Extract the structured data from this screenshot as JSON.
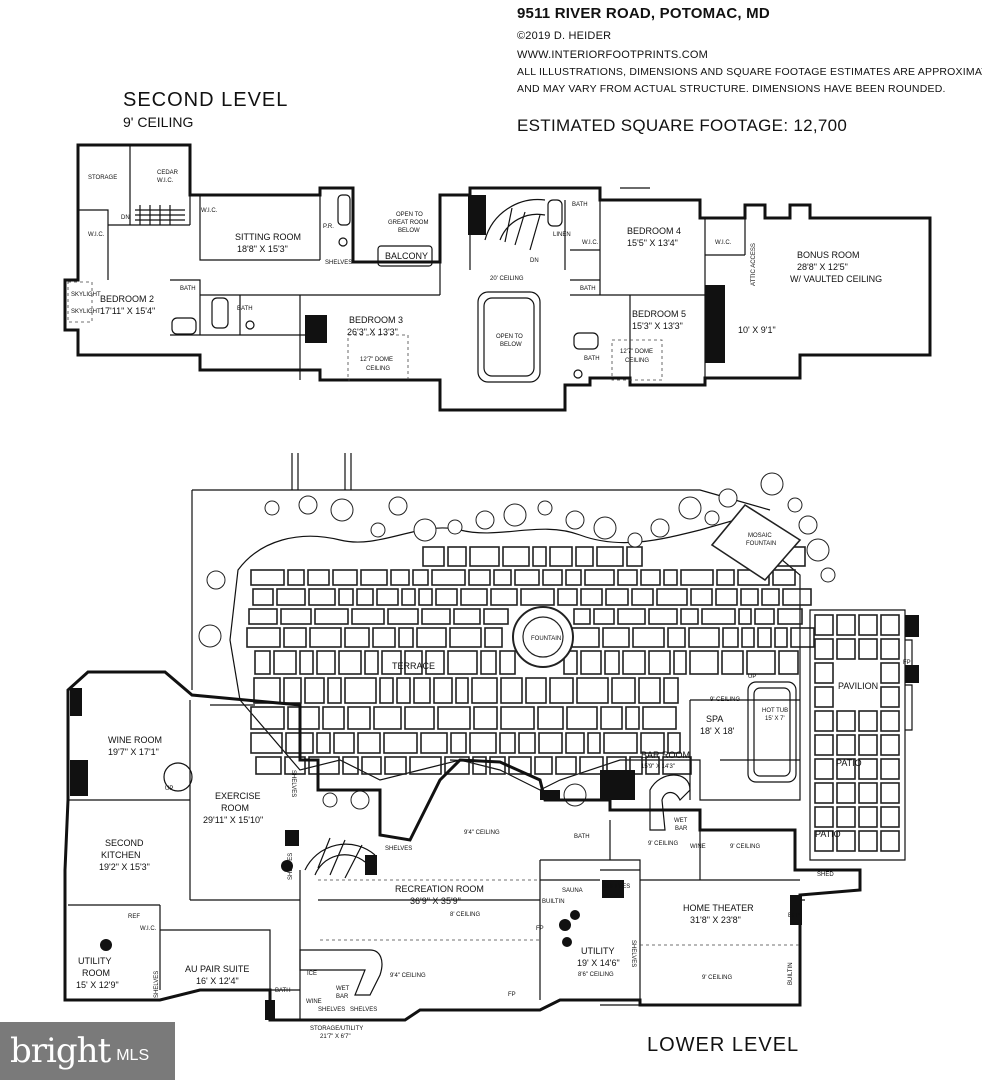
{
  "header": {
    "address": "9511 RIVER ROAD, POTOMAC, MD",
    "copyright": "©2019 D. HEIDER",
    "website": "WWW.INTERIORFOOTPRINTS.COM",
    "disclaimer_1": "ALL ILLUSTRATIONS, DIMENSIONS AND SQUARE FOOTAGE ESTIMATES ARE APPROXIMATE",
    "disclaimer_2": "AND MAY VARY FROM ACTUAL STRUCTURE. DIMENSIONS HAVE BEEN ROUNDED.",
    "square_footage": "ESTIMATED SQUARE FOOTAGE: 12,700"
  },
  "second_level": {
    "title": "SECOND LEVEL",
    "ceiling": "9' CEILING",
    "labels": {
      "storage": "STORAGE",
      "cedar_wic_1": "CEDAR",
      "cedar_wic_2": "W.I.C.",
      "wic": "W.I.C.",
      "dn": "DN",
      "sitting_room": "SITTING ROOM",
      "sitting_room_dim": "18'8\" X 15'3\"",
      "pr": "P.R.",
      "open_great_1": "OPEN TO",
      "open_great_2": "GREAT ROOM",
      "open_great_3": "BELOW",
      "shelves": "SHELVES",
      "balcony": "BALCONY",
      "bedroom2": "BEDROOM 2",
      "bedroom2_dim": "17'11\" X 15'4\"",
      "skylight": "SKYLIGHT",
      "bath": "BATH",
      "bedroom3": "BEDROOM 3",
      "bedroom3_dim": "26'3\" X 13'3\"",
      "dome_1": "12'7\" DOME",
      "dome_2": "CEILING",
      "ceiling20": "20' CEILING",
      "open_below_1": "OPEN TO",
      "open_below_2": "BELOW",
      "linen": "LINEN",
      "bedroom4": "BEDROOM 4",
      "bedroom4_dim": "15'5\" X 13'4\"",
      "bedroom5": "BEDROOM 5",
      "bedroom5_dim": "15'3\" X 13'3\"",
      "bonus": "BONUS ROOM",
      "bonus_dim": "28'8\" X 12'5\"",
      "bonus_note": "W/ VAULTED CEILING",
      "attic": "ATTIC ACCESS",
      "small_room": "10' X 9'1\""
    }
  },
  "lower_level": {
    "title": "LOWER LEVEL",
    "labels": {
      "terrace": "TERRACE",
      "fountain": "FOUNTAIN",
      "mosaic_1": "MOSAIC",
      "mosaic_2": "FOUNTAIN",
      "pavilion": "PAVILION",
      "ff": "FP",
      "patio": "PATIO",
      "ceiling9": "9' CEILING",
      "spa": "SPA",
      "spa_dim": "18' X 18'",
      "hot_tub": "HOT TUB",
      "hot_tub_dim": "15' X 7'",
      "up": "UP",
      "bar_room": "BAR ROOM",
      "bar_room_dim": "15'9\" X 14'3\"",
      "wet_bar_1": "WET",
      "wet_bar_2": "BAR",
      "wine": "WINE",
      "wine_room": "WINE ROOM",
      "wine_room_dim": "19'7\" X 17'1\"",
      "exercise_1": "EXERCISE",
      "exercise_2": "ROOM",
      "exercise_dim": "29'11\" X 15'10\"",
      "shelves": "SHELVES",
      "ceiling94": "9'4\" CEILING",
      "bath": "BATH",
      "second_kitchen_1": "SECOND",
      "second_kitchen_2": "KITCHEN",
      "second_kitchen_dim": "19'2\" X 15'3\"",
      "recreation": "RECREATION ROOM",
      "recreation_dim": "36'9\" X 35'9\"",
      "ceiling8": "8' CEILING",
      "sauna": "SAUNA",
      "builtin": "BUILTIN",
      "home_theater": "HOME THEATER",
      "home_theater_dim": "31'8\" X 23'8\"",
      "efp": "EFP",
      "shed": "SHED",
      "utility": "UTILITY",
      "utility_dim": "19' X 14'6\"",
      "ceiling86": "8'6\" CEILING",
      "utility_room_1": "UTILITY",
      "utility_room_2": "ROOM",
      "utility_room_dim": "15' X 12'9\"",
      "wic": "W.I.C.",
      "ref": "REF",
      "au_pair": "AU PAIR SUITE",
      "au_pair_dim": "16' X 12'4\"",
      "ice": "ICE",
      "storage_1": "STORAGE/UTILITY",
      "storage_dim": "21'7\" X 6'7\"",
      "fp": "FP"
    }
  },
  "brand": {
    "name": "bright",
    "suffix": "MLS"
  }
}
